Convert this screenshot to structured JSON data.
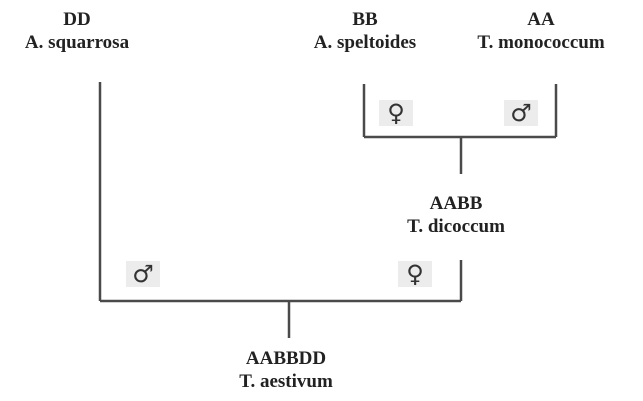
{
  "nodes": {
    "dd": {
      "genome": "DD",
      "species": "A. squarrosa"
    },
    "bb": {
      "genome": "BB",
      "species": "A. speltoides"
    },
    "aa": {
      "genome": "AA",
      "species": "T. monococcum"
    },
    "aabb": {
      "genome": "AABB",
      "species": "T. dicoccum"
    },
    "aabbdd": {
      "genome": "AABBDD",
      "species": "T. aestivum"
    }
  },
  "symbols": {
    "top_female": "♀",
    "top_male": "♂",
    "bottom_male": "♂",
    "bottom_female": "♀"
  },
  "colors": {
    "line": "#4a4a4a",
    "text": "#222222",
    "symbol_bg": "#ececec"
  }
}
